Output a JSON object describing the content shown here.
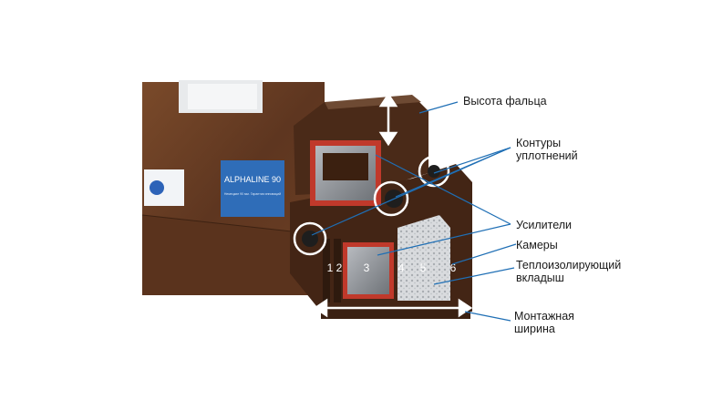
{
  "photo": {
    "subject": "window-profile-cross-section",
    "brand_label": "ALPHALINE 90",
    "brand_sublabel": "Немецкие 90 мм. Гарантия инноваций",
    "chamber_numbers": [
      "1",
      "2",
      "3",
      "4",
      "5",
      "6"
    ]
  },
  "callouts": {
    "rebate_height": "Высота фальца",
    "seal_contours": [
      "Контуры",
      "уплотнений"
    ],
    "reinforcements": "Усилители",
    "chambers": "Камеры",
    "insulating_insert": [
      "Теплоизолирующий",
      "вкладыш"
    ],
    "mounting_width": [
      "Монтажная",
      "ширина"
    ]
  },
  "colors": {
    "wood": "#6b3f22",
    "profile": "#4a2a18",
    "steel": "#8c8f94",
    "reinforcement_red": "#c0392b",
    "callout_line": "#1f6fb5",
    "label_blue": "#2d63b8"
  }
}
